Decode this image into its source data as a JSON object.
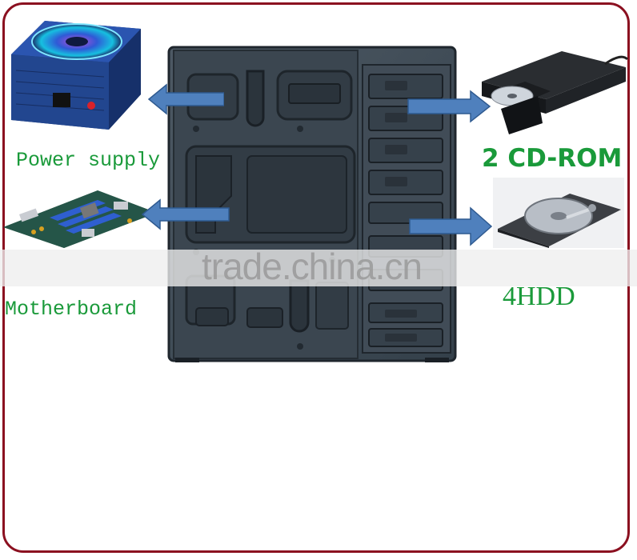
{
  "labels": {
    "power_supply": "Power supply",
    "cd_rom": "2 CD-ROM",
    "motherboard": "Motherboard",
    "hdd": "4HDD"
  },
  "watermark": "trade.china.cn",
  "colors": {
    "border": "#8b1020",
    "label": "#1a9a3a",
    "arrow": "#4f80bd",
    "case": "#3f4a55"
  },
  "icons": [
    "power-supply-image",
    "motherboard-image",
    "cd-rom-drive-image",
    "hard-disk-image",
    "computer-case-image"
  ]
}
